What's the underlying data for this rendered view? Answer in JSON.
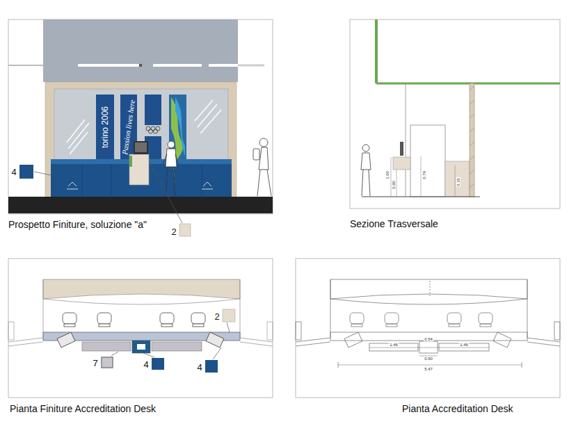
{
  "diagram": {
    "nodes": [
      {
        "text": [
          "Prospetto Finiture, soluzione \"a\""
        ]
      },
      {
        "text": [
          "Sezione Trasversale"
        ]
      },
      {
        "text": [
          "Pianta Finiture Accreditation Desk"
        ]
      },
      {
        "text": [
          "Pianta Accreditation Desk"
        ]
      }
    ],
    "labels": [
      "torino 2006",
      "Passion lives here",
      "4",
      "2",
      "1.00",
      "0.90",
      "0.79",
      "0.35",
      "2",
      "7",
      "4",
      "4",
      "1.46",
      "0.54",
      "1.46",
      "0.60",
      "5.47"
    ]
  }
}
